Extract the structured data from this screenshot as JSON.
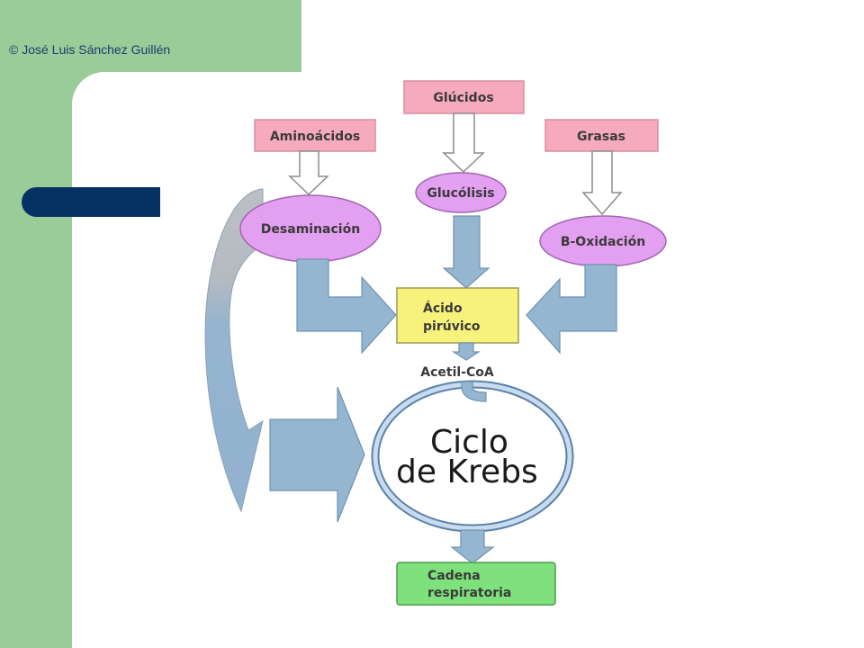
{
  "slide": {
    "copyright": "© José Luis Sánchez Guillén"
  },
  "diagram": {
    "sources": {
      "glucidos": "Glúcidos",
      "aminoacidos": "Aminoácidos",
      "grasas": "Grasas"
    },
    "processes": {
      "glucolisis": "Glucólisis",
      "desaminacion": "Desaminación",
      "b_oxidacion": "B-Oxidación"
    },
    "acido_piruvico": [
      "Ácido",
      "pirúvico"
    ],
    "acetil_coa": "Acetil-CoA",
    "ciclo_krebs": [
      "Ciclo",
      "de Krebs"
    ],
    "cadena_respiratoria": [
      "Cadena",
      "respiratoria"
    ]
  },
  "colors": {
    "slide_green": "#99cc99",
    "navy_bar": "#063263",
    "source_box": "#f6aabd",
    "process_ellipse": "#e39ff0",
    "pyruvate_box": "#f6f27c",
    "respiratory_box": "#7ee17c",
    "flow_arrow": "#95b6d0"
  }
}
